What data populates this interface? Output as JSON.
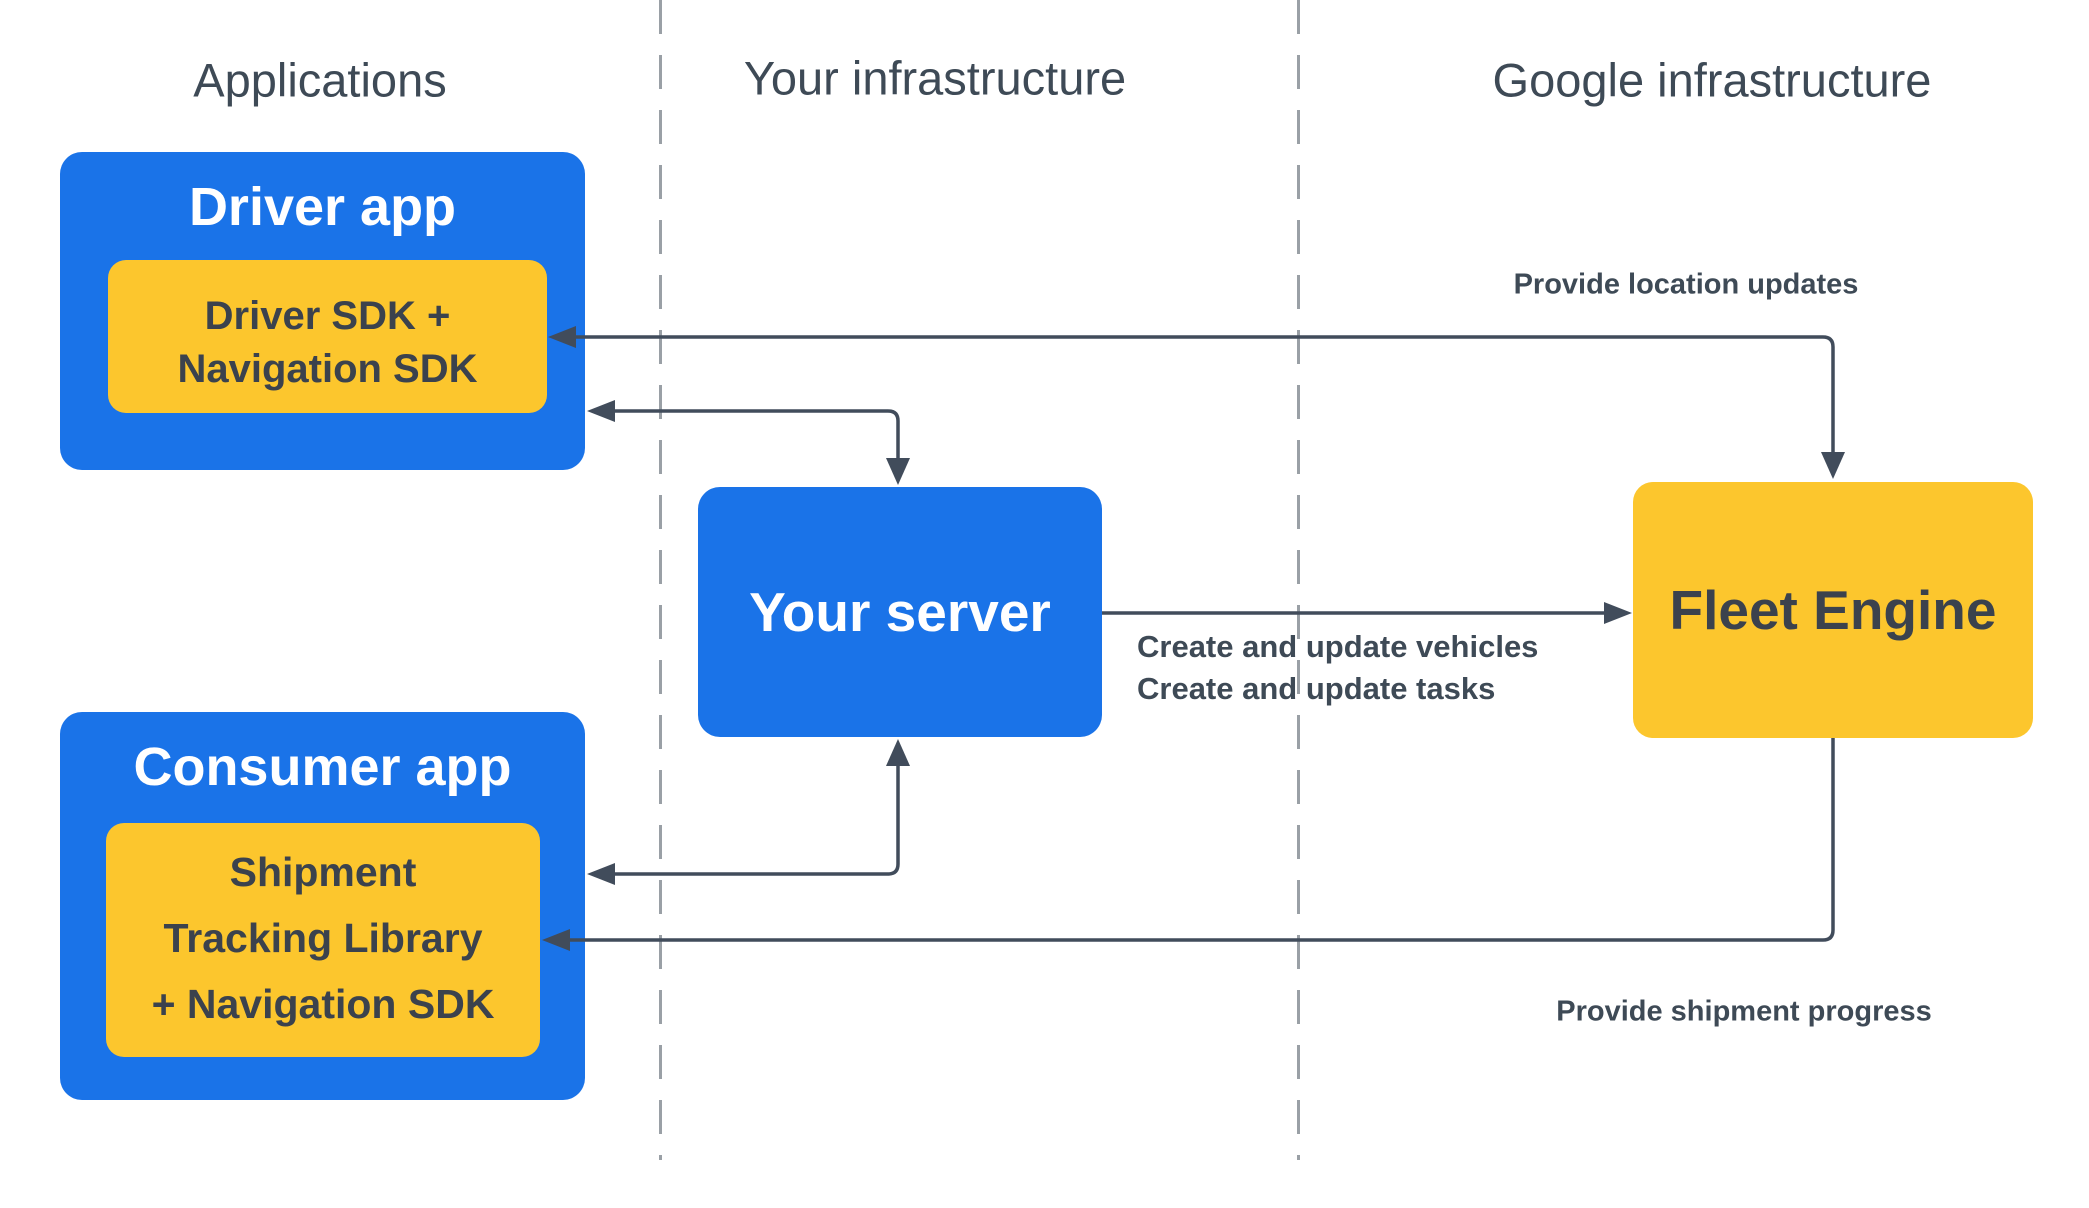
{
  "columns": [
    {
      "label": "Applications"
    },
    {
      "label": "Your infrastructure"
    },
    {
      "label": "Google infrastructure"
    }
  ],
  "nodes": {
    "driver_app": {
      "title": "Driver app",
      "sdk_lines": [
        "Driver SDK +",
        "Navigation SDK"
      ]
    },
    "consumer_app": {
      "title": "Consumer app",
      "sdk_lines": [
        "Shipment",
        "Tracking Library",
        "+ Navigation SDK"
      ]
    },
    "your_server": {
      "title": "Your server"
    },
    "fleet_engine": {
      "title": "Fleet Engine"
    }
  },
  "arrow_labels": {
    "location_updates": "Provide location updates",
    "create_vehicles": "Create and update vehicles",
    "create_tasks": "Create and update tasks",
    "shipment_progress": "Provide shipment progress"
  },
  "colors": {
    "blue": "#1a73e8",
    "yellow": "#fcc62d",
    "line": "#414c5b",
    "divider": "#9aa0a6",
    "heading_text": "#3e4a56",
    "dark_text": "#3b424d",
    "white_text": "#ffffff",
    "bg": "#ffffff"
  }
}
